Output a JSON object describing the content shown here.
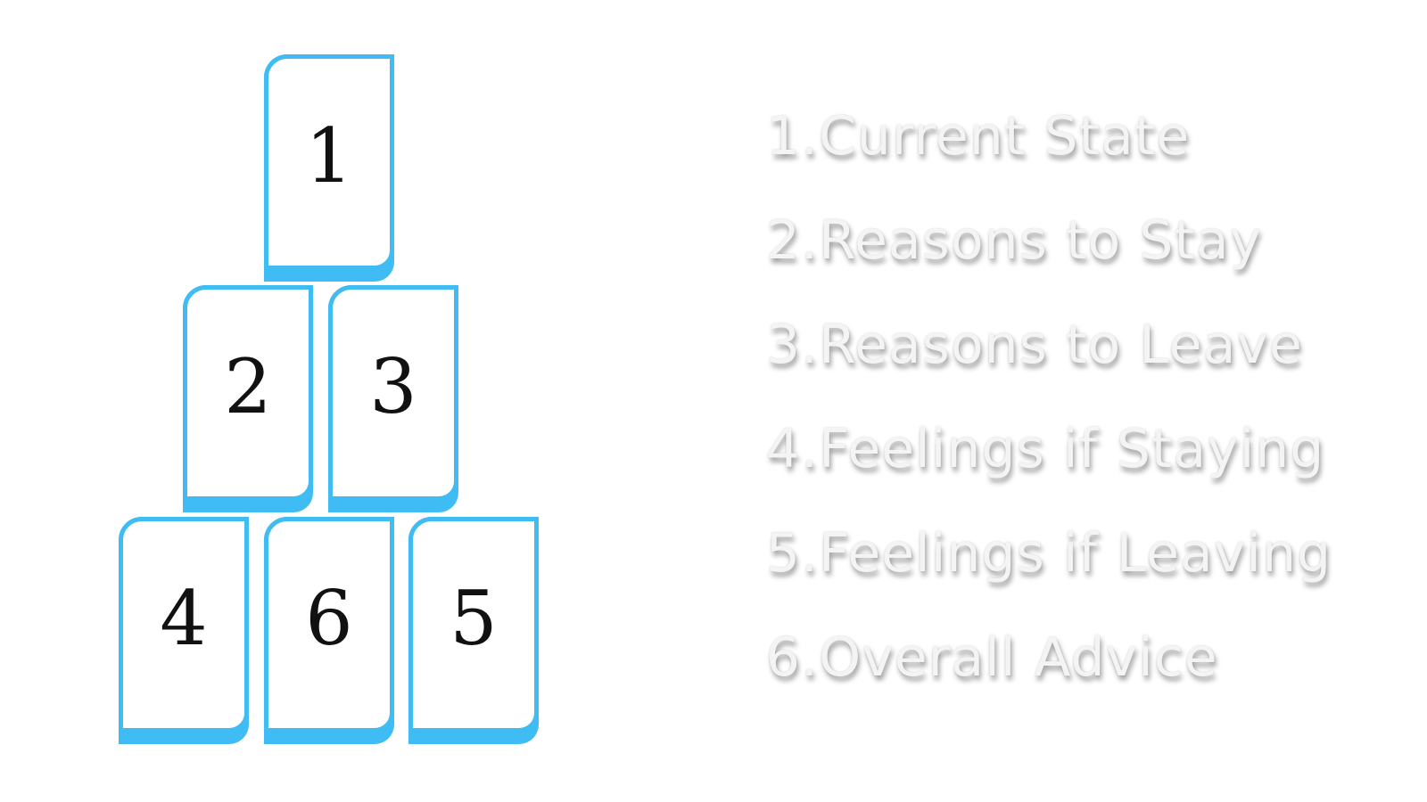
{
  "cards": [
    {
      "position": "1"
    },
    {
      "position": "2"
    },
    {
      "position": "3"
    },
    {
      "position": "4"
    },
    {
      "position": "6"
    },
    {
      "position": "5"
    }
  ],
  "legend": [
    {
      "num": "1.",
      "label": "Current State"
    },
    {
      "num": "2.",
      "label": "Reasons to Stay"
    },
    {
      "num": "3.",
      "label": "Reasons to Leave"
    },
    {
      "num": "4.",
      "label": "Feelings if Staying"
    },
    {
      "num": "5.",
      "label": "Feelings if Leaving"
    },
    {
      "num": "6.",
      "label": "Overall Advice"
    }
  ],
  "colors": {
    "card_border": "#3fbcf4",
    "legend_text": "#f4f4f4"
  }
}
